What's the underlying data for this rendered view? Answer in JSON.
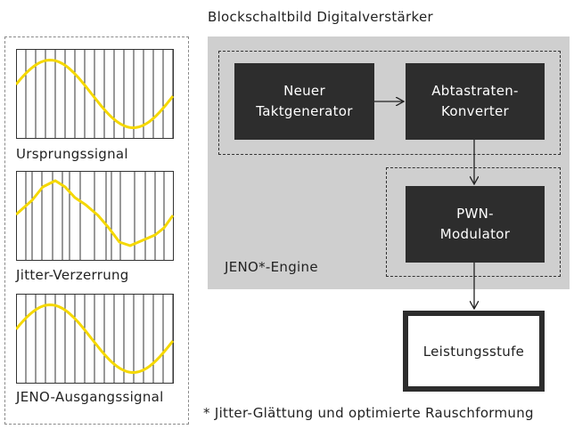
{
  "title": "Blockschaltbild Digitalverstärker",
  "signals": [
    {
      "label": "Ursprungssignal"
    },
    {
      "label": "Jitter-Verzerrung"
    },
    {
      "label": "JENO-Ausgangssignal"
    }
  ],
  "blocks": {
    "taktgenerator": {
      "line1": "Neuer",
      "line2": "Taktgenerator"
    },
    "abtastraten": {
      "line1": "Abtastraten-",
      "line2": "Konverter"
    },
    "pwn": {
      "line1": "PWN-",
      "line2": "Modulator"
    }
  },
  "engine_label": "JENO*-Engine",
  "output_label": "Leistungsstufe",
  "footnote": "* Jitter-Glättung und optimierte Rauschformung",
  "colors": {
    "wave": "#f5d800",
    "block": "#2d2d2d",
    "engine_bg": "#cfcfcf"
  }
}
